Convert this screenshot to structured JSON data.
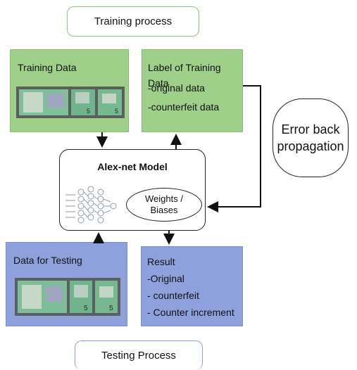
{
  "header": {
    "training_process": "Training process"
  },
  "training_data": {
    "title": "Training Data"
  },
  "labels": {
    "title": "Label of Training Data",
    "items": [
      "-original data",
      "-counterfeit data"
    ]
  },
  "error_backprop": {
    "line1": "Error back",
    "line2": "propagation"
  },
  "model": {
    "title": "Alex-net Model",
    "weights_line1": "Weights /",
    "weights_line2": "Biases"
  },
  "testing_data": {
    "title": "Data for Testing"
  },
  "result": {
    "title": "Result",
    "items": [
      "-Original",
      "- counterfeit",
      "- Counter increment"
    ]
  },
  "footer": {
    "testing_process": "Testing Process"
  },
  "colors": {
    "green": "#9fd08a",
    "blue": "#8fa1dc"
  }
}
